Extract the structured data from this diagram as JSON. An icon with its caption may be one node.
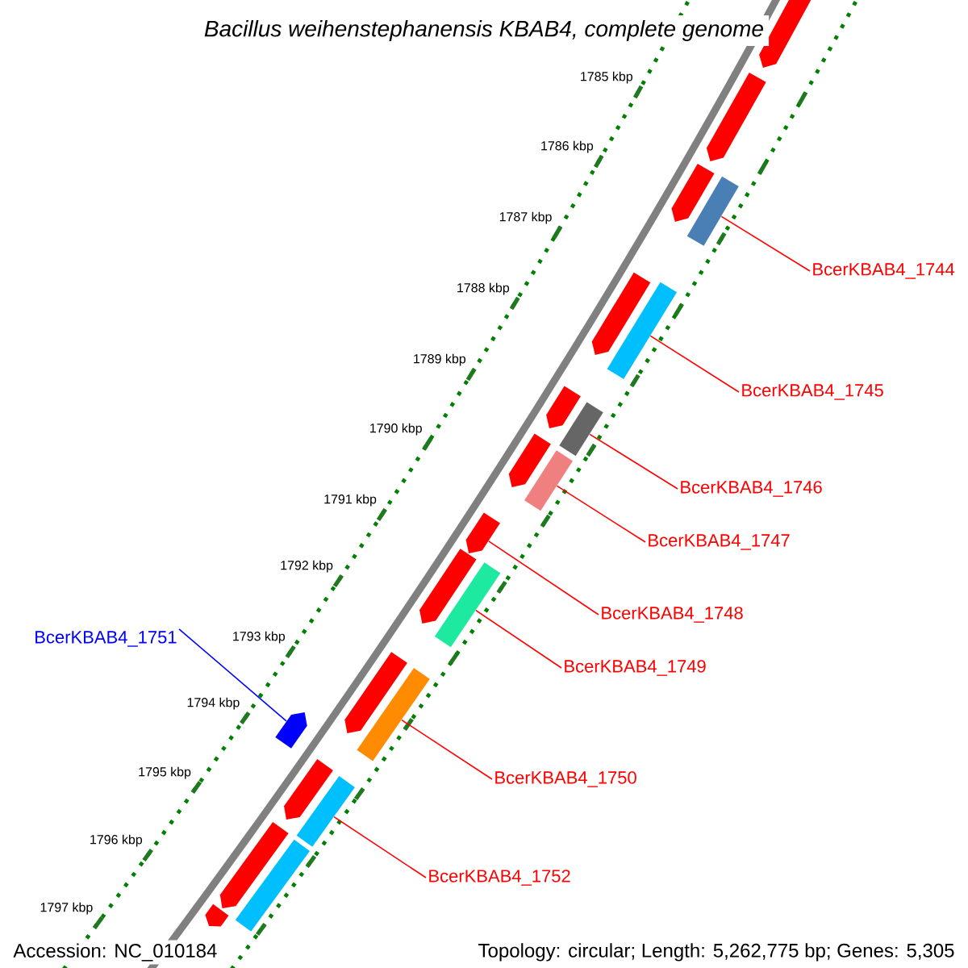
{
  "diagram": {
    "title": "Bacillus weihenstephanensis KBAB4, complete genome",
    "nodes": [
      {
        "text": [
          "BcerKBAB4_1744"
        ]
      },
      {
        "text": [],
        "shape": "box"
      },
      {
        "text": [
          "BcerKBAB4_1745"
        ]
      },
      {
        "text": [],
        "shape": "box"
      },
      {
        "text": [
          "BcerKBAB4_1746"
        ]
      },
      {
        "text": [],
        "shape": "box"
      },
      {
        "text": [
          "BcerKBAB4_1747"
        ]
      },
      {
        "text": [],
        "shape": "box"
      },
      {
        "text": [
          "BcerKBAB4_1748"
        ]
      },
      {
        "text": [],
        "shape": "arrow"
      },
      {
        "text": [
          "BcerKBAB4_1749"
        ]
      },
      {
        "text": [],
        "shape": "box"
      },
      {
        "text": [
          "BcerKBAB4_1750"
        ]
      },
      {
        "text": [],
        "shape": "box"
      },
      {
        "text": [
          "BcerKBAB4_1751"
        ]
      },
      {
        "text": [],
        "shape": "arrow"
      },
      {
        "text": [
          "BcerKBAB4_1752"
        ]
      },
      {
        "text": [],
        "shape": "box"
      },
      {
        "text": [],
        "shape": "arrow"
      },
      {
        "text": [],
        "shape": "arrow"
      },
      {
        "text": [],
        "shape": "arrow"
      },
      {
        "text": [],
        "shape": "arrow"
      },
      {
        "text": [],
        "shape": "arrow"
      },
      {
        "text": [],
        "shape": "arrow"
      },
      {
        "text": [],
        "shape": "arrow"
      },
      {
        "text": [],
        "shape": "arrow"
      },
      {
        "text": [],
        "shape": "arrow"
      },
      {
        "text": [],
        "shape": "arrow"
      },
      {
        "text": [],
        "shape": "box"
      },
      {
        "text": [],
        "shape": "arrow"
      }
    ],
    "edges": [
      {
        "from": 0,
        "to": 1,
        "arrow": "none"
      },
      {
        "from": 2,
        "to": 3,
        "arrow": "none"
      },
      {
        "from": 4,
        "to": 5,
        "arrow": "none"
      },
      {
        "from": 6,
        "to": 7,
        "arrow": "none"
      },
      {
        "from": 8,
        "to": 9,
        "arrow": "none"
      },
      {
        "from": 10,
        "to": 11,
        "arrow": "none"
      },
      {
        "from": 12,
        "to": 13,
        "arrow": "none"
      },
      {
        "from": 14,
        "to": 15,
        "arrow": "none",
        "color": "#0000ff"
      },
      {
        "from": 16,
        "to": 17,
        "arrow": "none"
      }
    ],
    "labels": [
      "1785 kbp",
      "1786 kbp",
      "1787 kbp",
      "1788 kbp",
      "1789 kbp",
      "1790 kbp",
      "1791 kbp",
      "1792 kbp",
      "1793 kbp",
      "1794 kbp",
      "1795 kbp",
      "1796 kbp",
      "1797 kbp",
      "Accession: NC_010184",
      "Topology: circular; Length: 5,262,775 bp; Genes: 5,305"
    ]
  }
}
